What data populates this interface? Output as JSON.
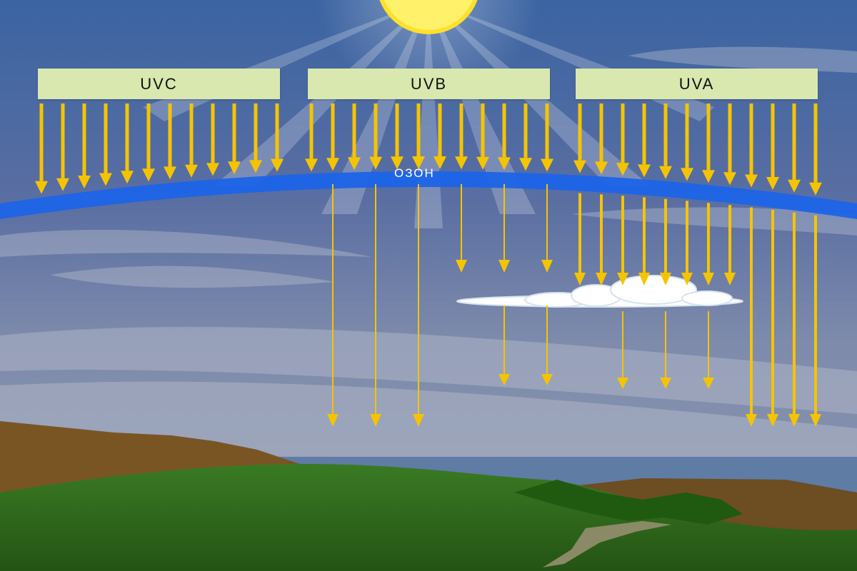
{
  "bands": [
    {
      "id": "uvc",
      "label": "UVC"
    },
    {
      "id": "uvb",
      "label": "UVB"
    },
    {
      "id": "uva",
      "label": "UVA"
    }
  ],
  "ozone_label": "ОЗОН",
  "colors": {
    "arrow": "#f5c400",
    "ozone": "#1c64e8",
    "label_bg": "#d9e8ae",
    "sun": "#fff16a",
    "grass": "#2f6b1c",
    "hills": "#7a5524"
  }
}
